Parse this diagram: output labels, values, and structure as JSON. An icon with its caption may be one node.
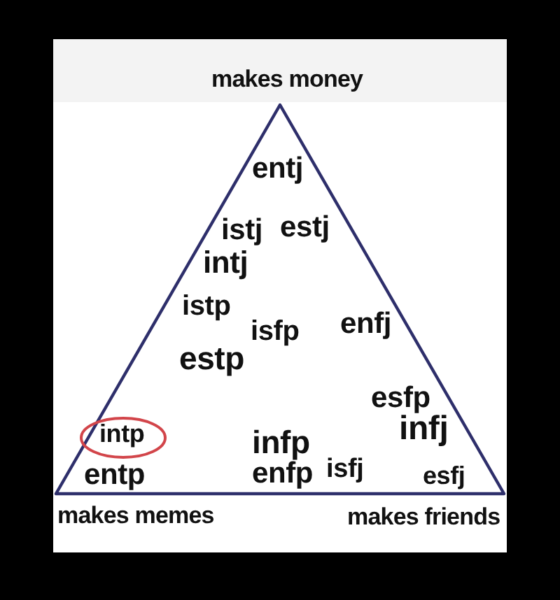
{
  "diagram": {
    "nodes": [
      {
        "text": [
          "entj",
          "istj",
          "estj",
          "intj",
          "istp",
          "isfp",
          "enfj",
          "estp",
          "esfp",
          "infj",
          "infp",
          "entp",
          "enfp",
          "isfj",
          "esfj"
        ],
        "beside": [
          "makes money",
          "makes memes",
          "makes friends"
        ]
      },
      {
        "text": [
          "intp"
        ],
        "in": 0
      }
    ]
  }
}
